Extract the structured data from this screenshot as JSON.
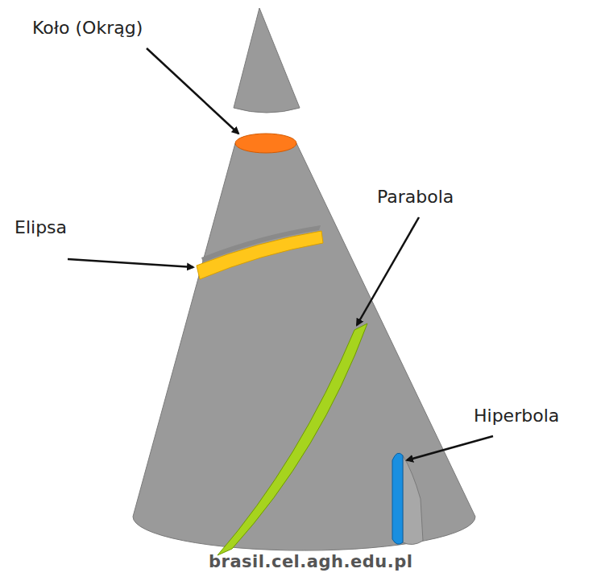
{
  "diagram": {
    "labels": [
      "Koło (Okrąg)",
      "Elipsa",
      "Parabola",
      "Hiperbola",
      "brasil.cel.agh.edu.pl"
    ]
  }
}
